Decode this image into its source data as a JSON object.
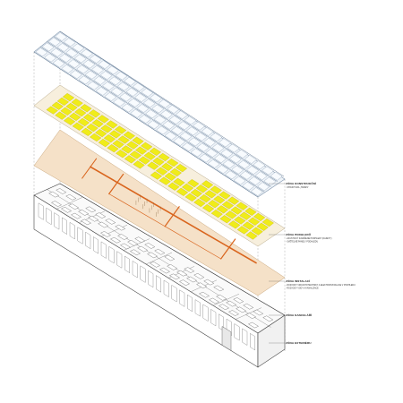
{
  "layers": [
    {
      "id": "roof",
      "title": "ZÓNA KONSTRUKČNÍ",
      "lines": [
        "- STRUKTURA „TRAMS\""
      ]
    },
    {
      "id": "attic",
      "title": "ZÓNA PODHLEDŮ",
      "lines": [
        "- AKUSTICKÝ ZAVĚŠENÉ PODHLEDY (KAZETY)",
        "- SVĚTELNÉ PANELY PODHLEDU"
      ]
    },
    {
      "id": "installation",
      "title": "ZÓNA INSTALACÍ",
      "lines": [
        "- ROZVODY VZDUCHOTECHNIKY A ELEKTROINSTALACE V PODHLEDU",
        "- ROZVODY VODY A KANALIZACE"
      ]
    },
    {
      "id": "offices",
      "title": "ZÓNA KANCELÁŘÍ",
      "lines": []
    },
    {
      "id": "exterior",
      "title": "ZÓNA EXTERIÉRU",
      "lines": []
    }
  ],
  "colors": {
    "roof_fill": "#eef3f8",
    "roof_stroke": "#7f95ad",
    "ceiling_plate": "#f7efdd",
    "ceiling_panels": "#f0ec1a",
    "install_plate": "#f5e1c8",
    "duct": "#d9651e",
    "outline": "#404040"
  }
}
